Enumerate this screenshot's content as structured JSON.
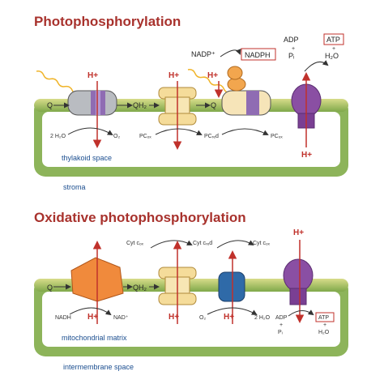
{
  "top": {
    "title": "Photophosphorylation",
    "q1": "Q",
    "qh2": "QH₂",
    "q2": "Q",
    "nadp": "NADP⁺",
    "nadph": "NADPH",
    "adp": "ADP",
    "plus": "+",
    "pi": "Pᵢ",
    "atp": "ATP",
    "h2o": "H₂O",
    "hplus": "H+",
    "h2o_2": "2 H₂O",
    "o2": "O₂",
    "pc_ox": "PCₒₓ",
    "pc_red": "PCᵣₑd",
    "inner": "thylakoid space",
    "outer": "stroma"
  },
  "bottom": {
    "title": "Oxidative photophosphorylation",
    "q": "Q",
    "qh2": "QH₂",
    "cyt_ox": "Cyt cₒₓ",
    "cyt_red": "Cyt cᵣₑd",
    "hplus": "H+",
    "nadh": "NADH",
    "nad": "NAD⁺",
    "o2": "O₂",
    "h2o_2": "2 H₂O",
    "adp": "ADP",
    "plus": "+",
    "pi": "Pᵢ",
    "atp": "ATP",
    "h2o": "H₂O",
    "inner": "mitochondrial matrix",
    "outer": "intermembrane space"
  },
  "colors": {
    "title": "#a8322d",
    "proton": "#c0312b",
    "membrane": "#8db45a",
    "label_blue": "#1a4d8f"
  }
}
